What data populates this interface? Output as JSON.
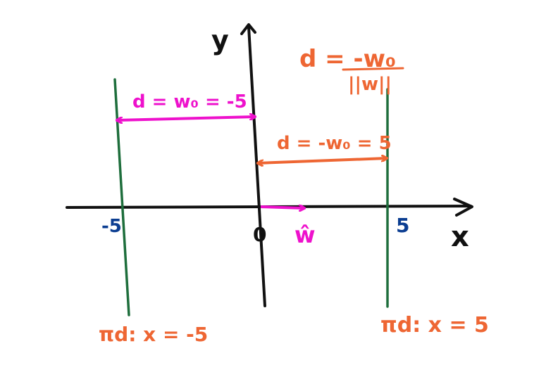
{
  "colors": {
    "axis": "#111111",
    "plane": "#1e6e3c",
    "orange": "#ee6633",
    "magenta": "#ee11cc",
    "blue": "#0b3d91"
  },
  "axes": {
    "x_label": "x",
    "y_label": "y",
    "origin_label": "0",
    "tick_neg": "-5",
    "tick_pos": "5"
  },
  "normal": {
    "label": "ŵ"
  },
  "left_plane": {
    "distance_label": "d = w₀ = -5",
    "plane_label": "πd: x = -5"
  },
  "right_plane": {
    "distance_label": "d = -w₀ = 5",
    "formula_numerator": "d = -w₀",
    "formula_denominator": "||w||",
    "plane_label": "πd: x = 5"
  }
}
